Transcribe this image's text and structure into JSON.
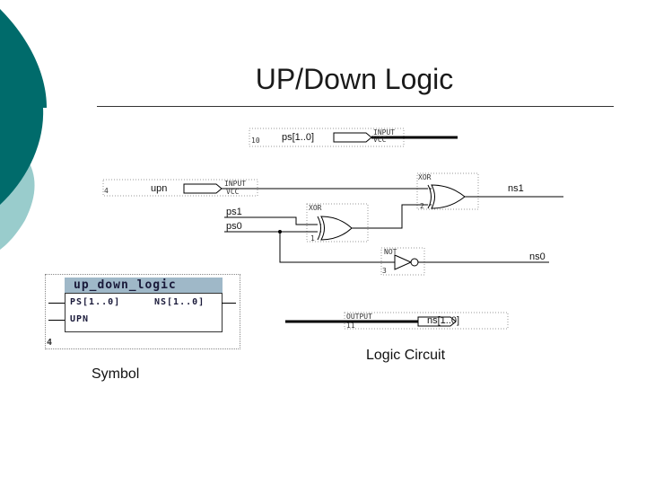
{
  "slide": {
    "title": "UP/Down Logic",
    "caption_circuit": "Logic Circuit",
    "caption_symbol": "Symbol"
  },
  "circuit": {
    "input_ps": {
      "bus_label": "ps[1..0]",
      "kind": "INPUT",
      "value": "VCC",
      "pin_no": "10"
    },
    "input_upn": {
      "label": "upn",
      "kind": "INPUT",
      "value": "VCC",
      "pin_no": "4"
    },
    "xor_top": {
      "kind": "XOR",
      "number": "2",
      "output_label": "ns1"
    },
    "xor_mid": {
      "kind": "XOR",
      "number": "1",
      "input_labels": [
        "ps1",
        "ps0"
      ]
    },
    "not_gate": {
      "kind": "NOT",
      "number": "3",
      "output_label": "ns0"
    },
    "output_ns": {
      "kind": "OUTPUT",
      "bus_label": "ns[1..0]",
      "pin_no": "11"
    }
  },
  "symbol": {
    "name": "up_down_logic",
    "port_ps": "PS[1..0]",
    "port_ns": "NS[1..0]",
    "port_upn": "UPN",
    "instance_no": "4"
  },
  "colors": {
    "teal_dark": "#006b6b",
    "teal_light": "#99cccc",
    "symbol_header": "#9fb8c8",
    "wire": "#000000"
  }
}
